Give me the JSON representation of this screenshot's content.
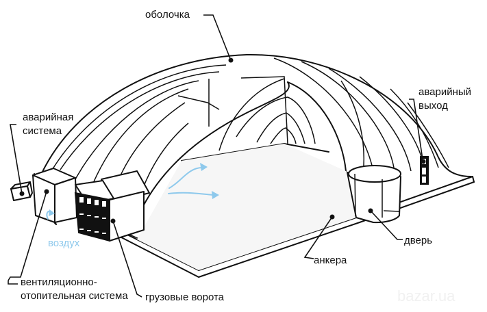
{
  "diagram": {
    "subject": "air-supported dome structure",
    "labels": {
      "shell": "оболочка",
      "emergency_system_line1": "аварийная",
      "emergency_system_line2": "система",
      "emergency_exit_line1": "аварийный",
      "emergency_exit_line2": "выход",
      "air": "воздух",
      "door": "дверь",
      "anchors": "анкера",
      "ventilation_line1": "вентиляционно-",
      "ventilation_line2": "отопительная система",
      "cargo_gate": "грузовые ворота"
    },
    "watermark": "bazar.ua",
    "colors": {
      "line": "#111111",
      "air_arrow": "#8ec9ec",
      "background": "#ffffff"
    }
  }
}
